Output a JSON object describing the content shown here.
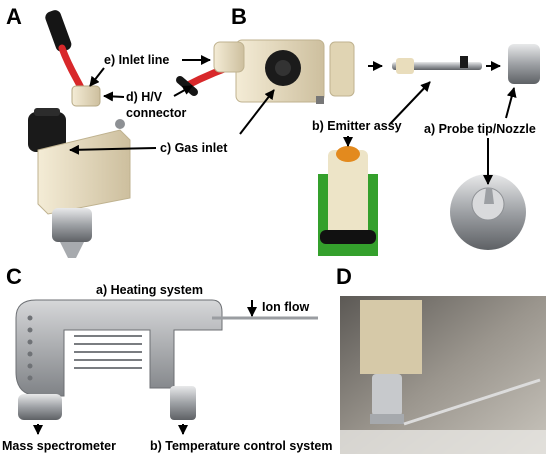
{
  "panels": {
    "a": "A",
    "b": "B",
    "c": "C",
    "d": "D"
  },
  "labels": {
    "inlet_line": "e) Inlet line",
    "hv_connector_1": "d) H/V",
    "hv_connector_2": "connector",
    "gas_inlet": "c) Gas inlet",
    "emitter_assy": "b) Emitter assy",
    "probe_tip": "a) Probe tip/Nozzle",
    "heating_system": "a) Heating system",
    "ion_flow": "Ion flow",
    "mass_spectrometer": "Mass spectrometer",
    "temperature_control": "b) Temperature control system"
  },
  "colors": {
    "cream": "#ece2c8",
    "metal": "#b9bcc0",
    "red_cable": "#d8282a",
    "black": "#111111",
    "photo_bg": "#8a8680"
  }
}
